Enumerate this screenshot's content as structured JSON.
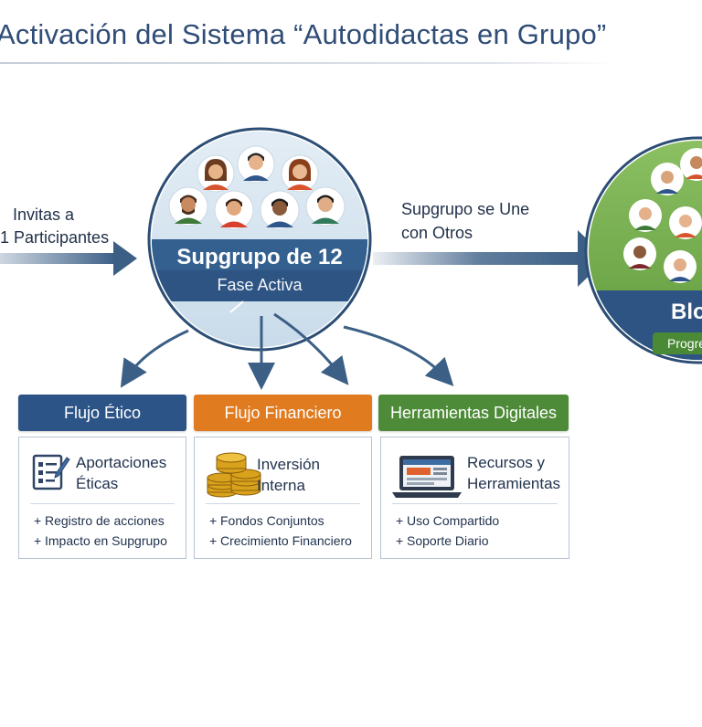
{
  "title": "Activación del Sistema “Autodidactas en Grupo”",
  "left_label": {
    "line1": "Invitas a",
    "line2": "1 Participantes"
  },
  "hub": {
    "title": "Supgrupo de 12",
    "subtitle": "Fase Activa"
  },
  "middle_label": {
    "line1": "Supgrupo se Une",
    "line2": "con Otros"
  },
  "right_node": {
    "title": "Blo",
    "pill": "Progre"
  },
  "colors": {
    "navy": "#2c5487",
    "orange": "#e07b1f",
    "green": "#4e8b38",
    "arrow": "#3c5f86",
    "circle_fill": "#dce8f2"
  },
  "cards": [
    {
      "header": "Flujo Ético",
      "icon": "checklist-pencil-icon",
      "title_line1": "Aportaciones",
      "title_line2": "Éticas",
      "bullets": [
        "Registro de acciones",
        "Impacto en Supgrupo"
      ]
    },
    {
      "header": "Flujo Financiero",
      "icon": "coin-stacks-icon",
      "title_line1": "Inversión Interna",
      "title_line2": "",
      "bullets": [
        "Fondos Conjuntos",
        "Crecimiento Financiero"
      ]
    },
    {
      "header": "Herramientas Digitales",
      "icon": "laptop-icon",
      "title_line1": "Recursos y",
      "title_line2": "Herramientas",
      "bullets": [
        "Uso Compartido",
        "Soporte Diario"
      ]
    }
  ]
}
